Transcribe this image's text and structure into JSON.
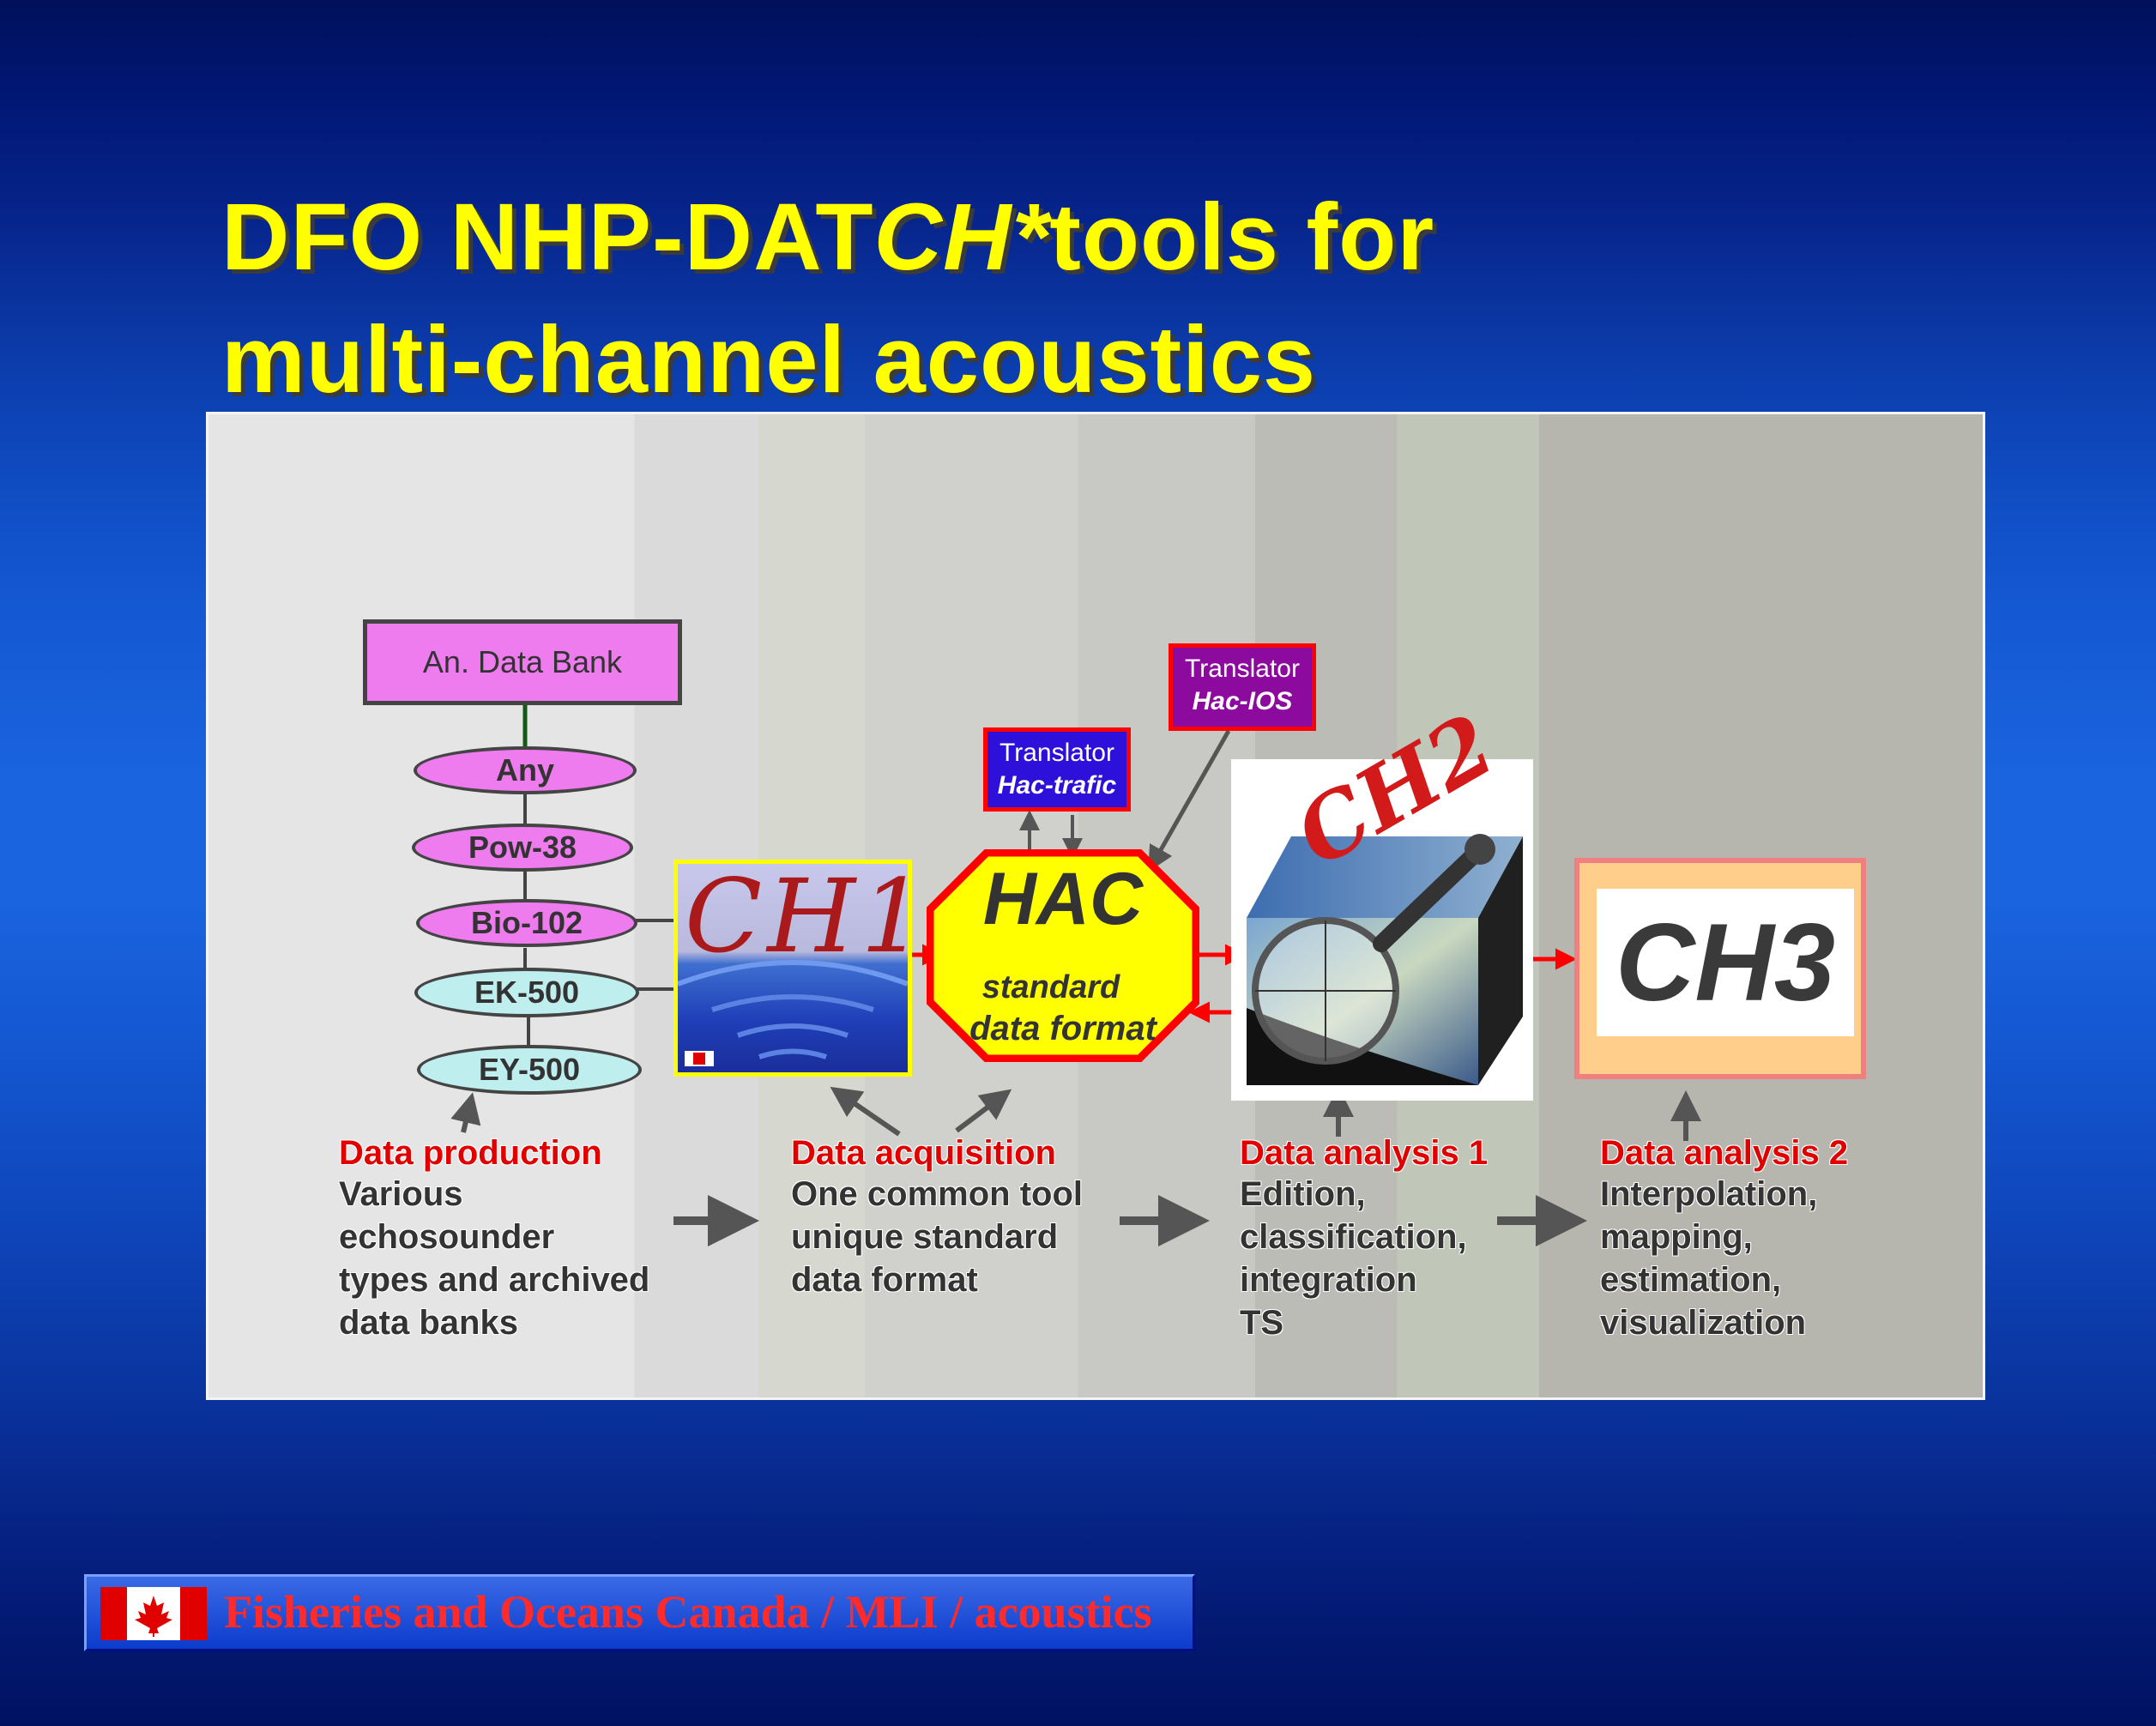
{
  "title": {
    "part1": "DFO NHP-DAT",
    "part2_italic": "CH*",
    "part3": "tools for",
    "line2": "multi-channel acoustics"
  },
  "data_bank": {
    "label": "An. Data Bank",
    "sources": [
      "Any",
      "Pow-38",
      "Bio-102",
      "EK-500",
      "EY-500"
    ]
  },
  "translators": [
    {
      "line1": "Translator",
      "line2": "Hac-trafic"
    },
    {
      "line1": "Translator",
      "line2": "Hac-IOS"
    }
  ],
  "hac": {
    "title": "HAC",
    "line1": "standard",
    "line2": "data format"
  },
  "ch1": {
    "label": "CH1"
  },
  "ch2": {
    "label": "CH2"
  },
  "ch3": {
    "label": "CH3"
  },
  "stages": [
    {
      "heading": "Data production",
      "lines": [
        "Various",
        "echosounder",
        "types and archived",
        "data banks"
      ]
    },
    {
      "heading": "Data acquisition",
      "lines": [
        "One common tool",
        "unique standard",
        "data format"
      ]
    },
    {
      "heading": "Data analysis 1",
      "lines": [
        "Edition,",
        "classification,",
        "integration",
        "TS"
      ]
    },
    {
      "heading": "Data analysis 2",
      "lines": [
        "Interpolation,",
        "mapping,",
        "estimation,",
        "visualization"
      ]
    }
  ],
  "footer": "Fisheries and Oceans Canada / MLI / acoustics",
  "colors": {
    "title": "#ffff00",
    "stage_heading": "#e00000",
    "hac_fill": "#ffff00",
    "hac_border": "#ff0000",
    "pink_node": "#ef7cef",
    "cyan_node": "#bfeeee"
  }
}
